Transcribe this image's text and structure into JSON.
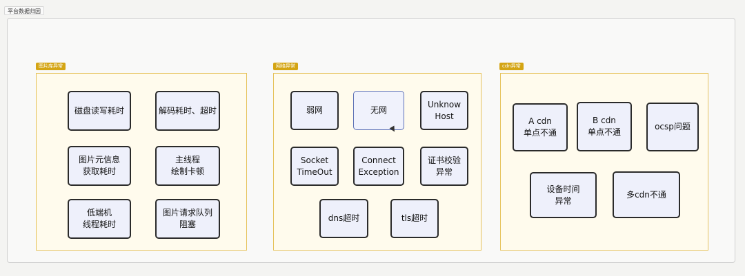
{
  "page_label": "平台数据归因",
  "groups": [
    {
      "tag": "图片库异常",
      "nodes": [
        "磁盘读写耗时",
        "解码耗时、超时",
        "图片元信息\n获取耗时",
        "主线程\n绘制卡顿",
        "低端机\n线程耗时",
        "图片请求队列\n阻塞"
      ]
    },
    {
      "tag": "网络异常",
      "nodes": [
        "弱网",
        "无网",
        "Unknow\nHost",
        "Socket\nTimeOut",
        "Connect\nException",
        "证书校验\n异常",
        "dns超时",
        "tls超时"
      ]
    },
    {
      "tag": "cdn异常",
      "nodes": [
        "A cdn\n单点不通",
        "B cdn\n单点不通",
        "ocsp问题",
        "设备时间\n异常",
        "多cdn不通"
      ]
    }
  ]
}
